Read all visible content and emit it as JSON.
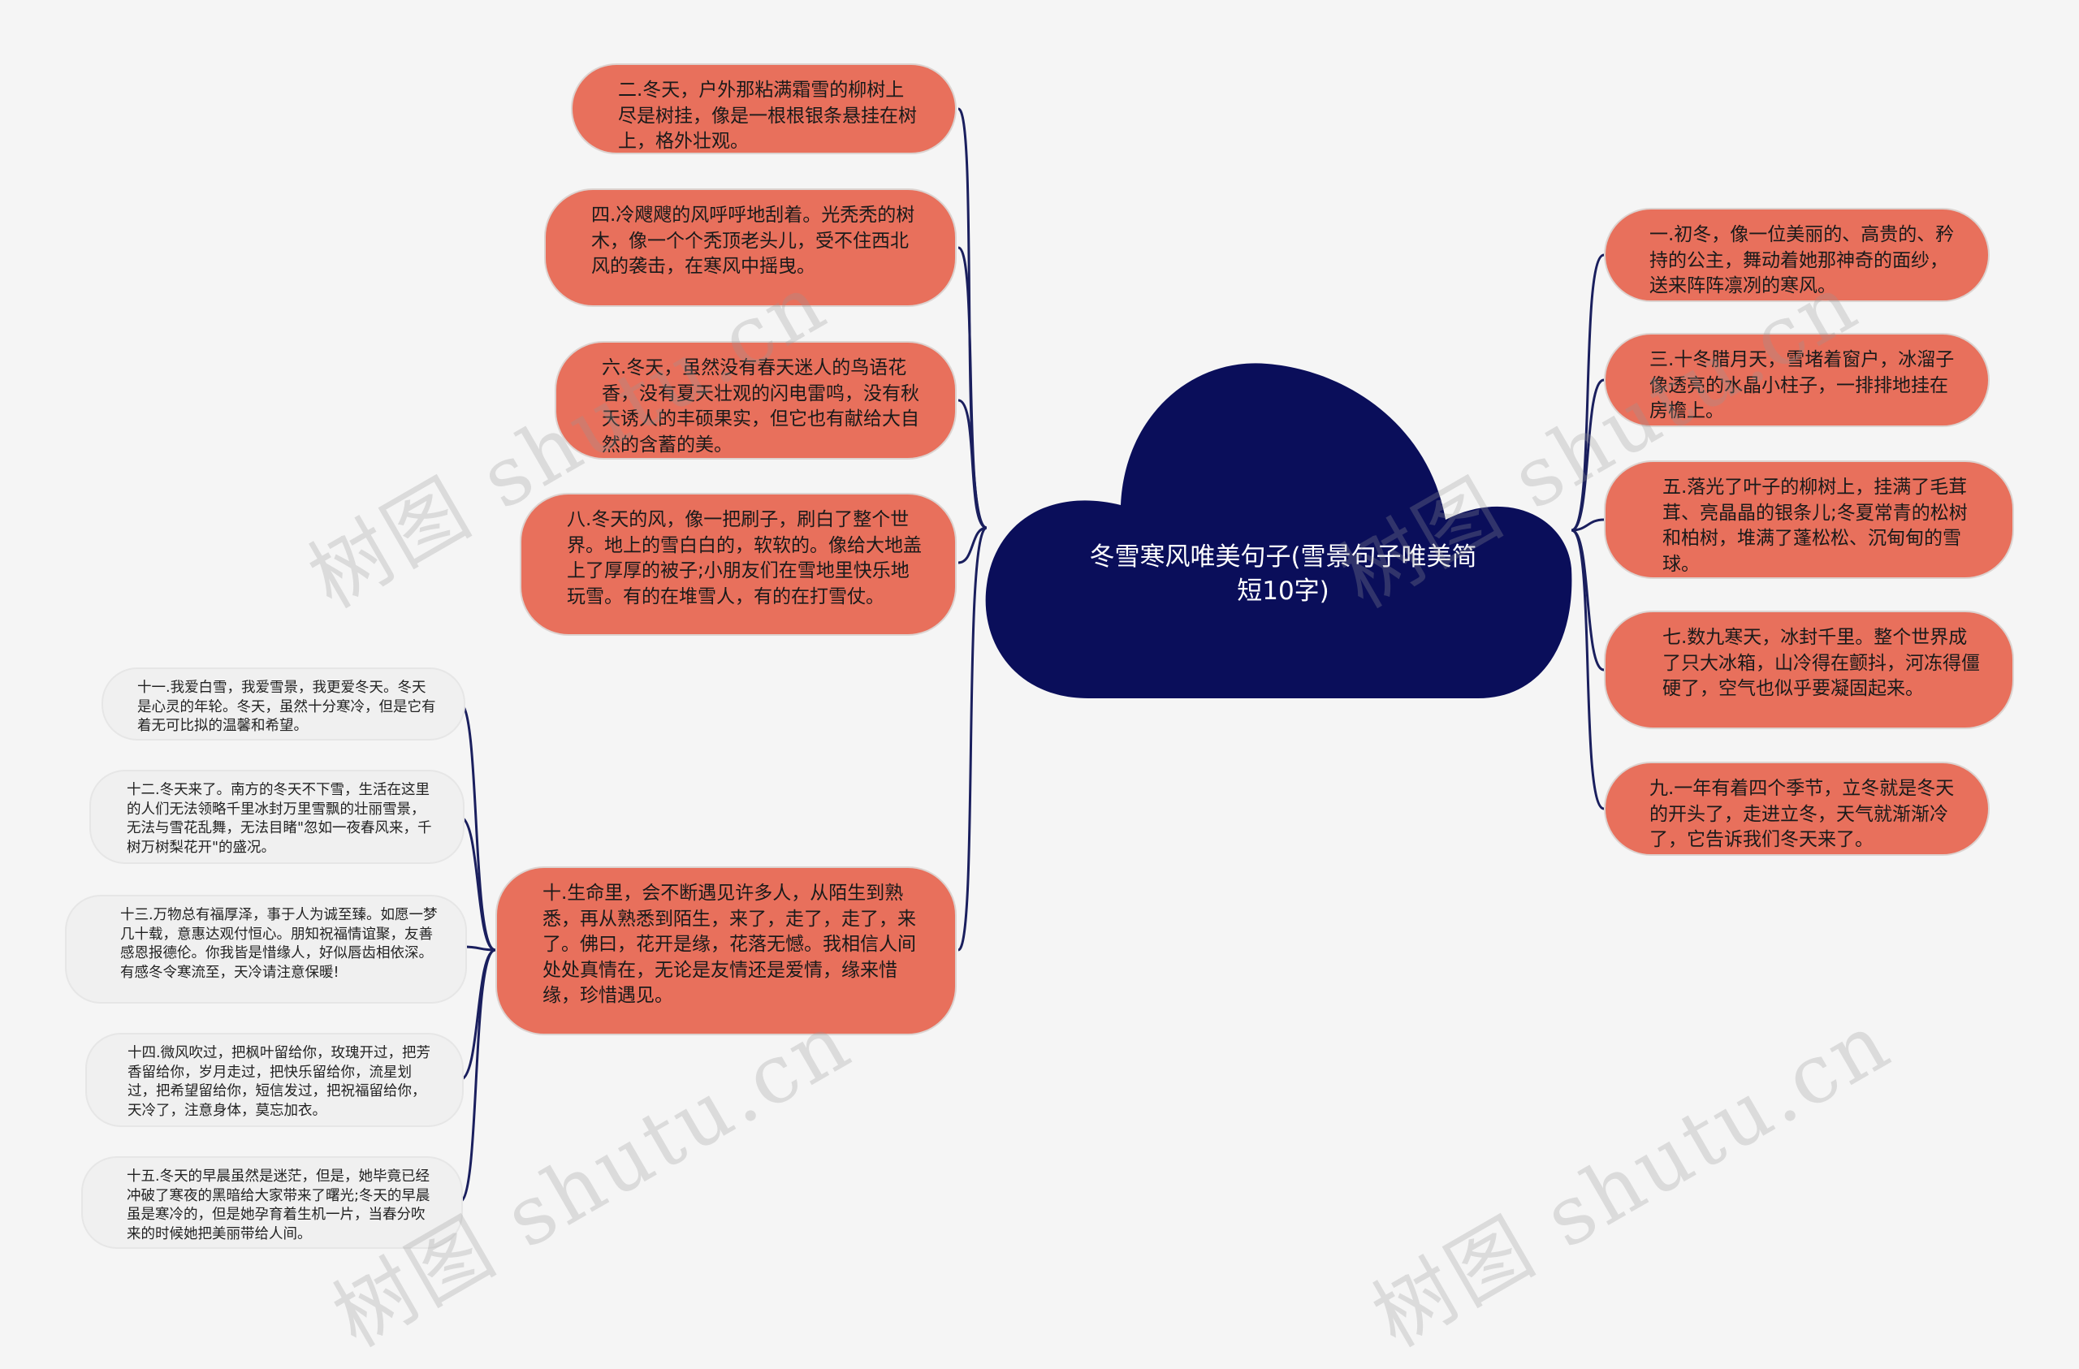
{
  "center": {
    "title": "冬雪寒风唯美句子(雪景句子唯美简短10字)"
  },
  "left_nodes": [
    "二.冬天，户外那粘满霜雪的柳树上尽是树挂，像是一根根银条悬挂在树上，格外壮观。",
    "四.冷飕飕的风呼呼地刮着。光秃秃的树木，像一个个秃顶老头儿，受不住西北风的袭击，在寒风中摇曳。",
    "六.冬天，虽然没有春天迷人的鸟语花香，没有夏天壮观的闪电雷鸣，没有秋天诱人的丰硕果实，但它也有献给大自然的含蓄的美。",
    "八.冬天的风，像一把刷子，刷白了整个世界。地上的雪白白的，软软的。像给大地盖上了厚厚的被子;小朋友们在雪地里快乐地玩雪。有的在堆雪人，有的在打雪仗。",
    "十.生命里，会不断遇见许多人，从陌生到熟悉，再从熟悉到陌生，来了，走了，走了，来了。佛曰，花开是缘，花落无憾。我相信人间处处真情在，无论是友情还是爱情，缘来惜缘，珍惜遇见。"
  ],
  "right_nodes": [
    "一.初冬，像一位美丽的、高贵的、矜持的公主，舞动着她那神奇的面纱，送来阵阵凛冽的寒风。",
    "三.十冬腊月天，雪堵着窗户，冰溜子像透亮的水晶小柱子，一排排地挂在房檐上。",
    "五.落光了叶子的柳树上，挂满了毛茸茸、亮晶晶的银条儿;冬夏常青的松树和柏树，堆满了蓬松松、沉甸甸的雪球。",
    "七.数九寒天，冰封千里。整个世界成了只大冰箱，山冷得在颤抖，河冻得僵硬了，空气也似乎要凝固起来。",
    "九.一年有着四个季节，立冬就是冬天的开头了，走进立冬，天气就渐渐冷了，它告诉我们冬天来了。"
  ],
  "sub_nodes": [
    "十一.我爱白雪，我爱雪景，我更爱冬天。冬天是心灵的年轮。冬天，虽然十分寒冷，但是它有着无可比拟的温馨和希望。",
    "十二.冬天来了。南方的冬天不下雪，生活在这里的人们无法领略千里冰封万里雪飘的壮丽雪景，无法与雪花乱舞，无法目睹\"忽如一夜春风来，千树万树梨花开\"的盛况。",
    "十三.万物总有福厚泽，事于人为诚至臻。如愿一梦几十载，意惠达观付恒心。朋知祝福情谊聚，友善感恩报德伦。你我皆是惜缘人，好似唇齿相依深。有感冬令寒流至，天冷请注意保暖!",
    "十四.微风吹过，把枫叶留给你，玫瑰开过，把芳香留给你，岁月走过，把快乐留给你，流星划过，把希望留给你，短信发过，把祝福留给你，天冷了，注意身体，莫忘加衣。",
    "十五.冬天的早晨虽然是迷茫，但是，她毕竟已经冲破了寒夜的黑暗给大家带来了曙光;冬天的早晨虽是寒冷的，但是她孕育着生机一片，当春分吹来的时候她把美丽带给人间。"
  ],
  "watermark": "树图 shutu.cn",
  "colors": {
    "background": "#f5f5f5",
    "cloud": "#0a0e5a",
    "node": "#e8705c",
    "leaf": "#f0f0f0",
    "connector": "#1a1f5e"
  }
}
